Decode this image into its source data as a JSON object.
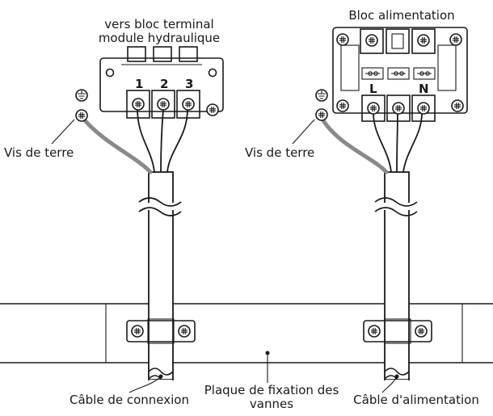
{
  "labels": {
    "left_block_line1": "vers bloc terminal",
    "left_block_line2": "module hydraulique",
    "right_block": "Bloc alimentation",
    "left_earth": "Vis de terre",
    "right_earth": "Vis de terre",
    "plate_line1": "Plaque de fixation des",
    "plate_line2": "vannes",
    "left_cable": "Câble de connexion",
    "right_cable": "Câble d'alimentation"
  },
  "terminals": {
    "left": [
      "1",
      "2",
      "3"
    ],
    "right": [
      "L",
      "N"
    ]
  }
}
